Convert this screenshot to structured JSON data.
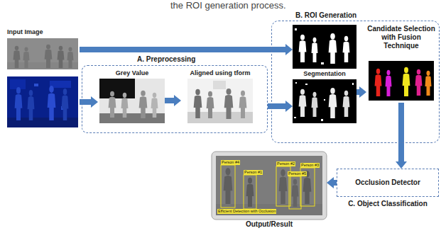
{
  "diagram": {
    "nodes": [
      {
        "text": [
          "Input Image"
        ]
      },
      {
        "text": [
          "A. Preprocessing"
        ]
      },
      {
        "text": [
          "Grey Value"
        ],
        "in": 1
      },
      {
        "text": [
          "Aligned using tform"
        ],
        "in": 1
      },
      {
        "text": [
          "B. ROI Generation"
        ]
      },
      {
        "text": [
          "Segmentation"
        ],
        "in": 4
      },
      {
        "text": [
          "Candidate Selection with Fusion Technique"
        ],
        "in": 4
      },
      {
        "text": [
          "Occlusion Detector",
          "C. Object Classification"
        ]
      },
      {
        "text": [
          "Output/Result"
        ]
      }
    ],
    "edges": [
      {
        "from": 0,
        "to": 5,
        "arrow": "to"
      },
      {
        "from": 2,
        "to": 3,
        "arrow": "to"
      },
      {
        "from": 1,
        "to": 5,
        "arrow": "to"
      },
      {
        "from": 5,
        "to": 6,
        "arrow": "to"
      },
      {
        "from": 6,
        "to": 7,
        "arrow": "to"
      },
      {
        "from": 7,
        "to": 8,
        "arrow": "to"
      }
    ],
    "labels": [
      "the ROI generation process.",
      "Person #4",
      "Person #1",
      "Person #2",
      "Person #3",
      "Person #5",
      "Efficient Detection with Occlusion"
    ]
  }
}
